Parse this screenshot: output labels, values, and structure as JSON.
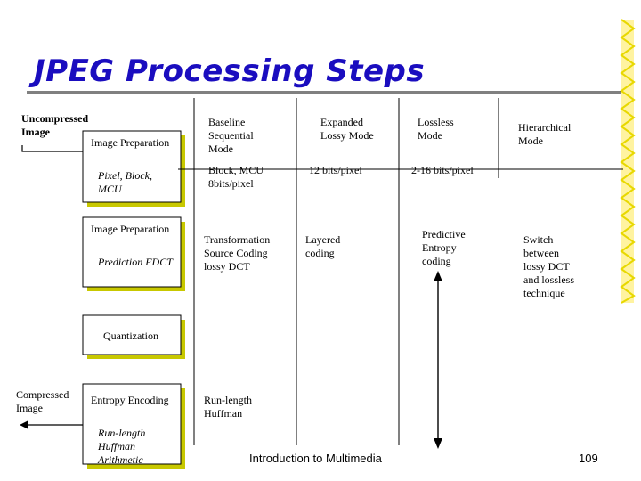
{
  "title": "JPEG Processing Steps",
  "diagram": {
    "input_label": "Uncompressed Image",
    "output_label": "Compressed Image",
    "steps": {
      "prep1": {
        "label": "Image Preparation",
        "sub": "Pixel, Block, MCU"
      },
      "prep2": {
        "label": "Image Preparation",
        "sub": "Prediction FDCT"
      },
      "quant": {
        "label": "Quantization"
      },
      "entropy": {
        "label": "Entropy Encoding",
        "sub": "Run-length Huffman Arithmetic"
      }
    },
    "modes": [
      {
        "name": "Baseline Sequential Mode",
        "bits": "Block, MCU 8bits/pixel",
        "transform": "Transformation Source Coding lossy DCT",
        "entropy": "Run-length Huffman"
      },
      {
        "name": "Expanded Lossy Mode",
        "bits": "12 bits/pixel",
        "transform": "Layered coding"
      },
      {
        "name": "Lossless Mode",
        "bits": "2-16 bits/pixel",
        "transform": "Predictive Entropy coding"
      },
      {
        "name": "Hierarchical Mode",
        "transform": "Switch between lossy DCT and lossless technique"
      }
    ]
  },
  "footer": {
    "text": "Introduction to Multimedia",
    "page": "109"
  },
  "colors": {
    "title": "#1a0dbf",
    "shadow": "#c8c800",
    "line": "#000000"
  }
}
